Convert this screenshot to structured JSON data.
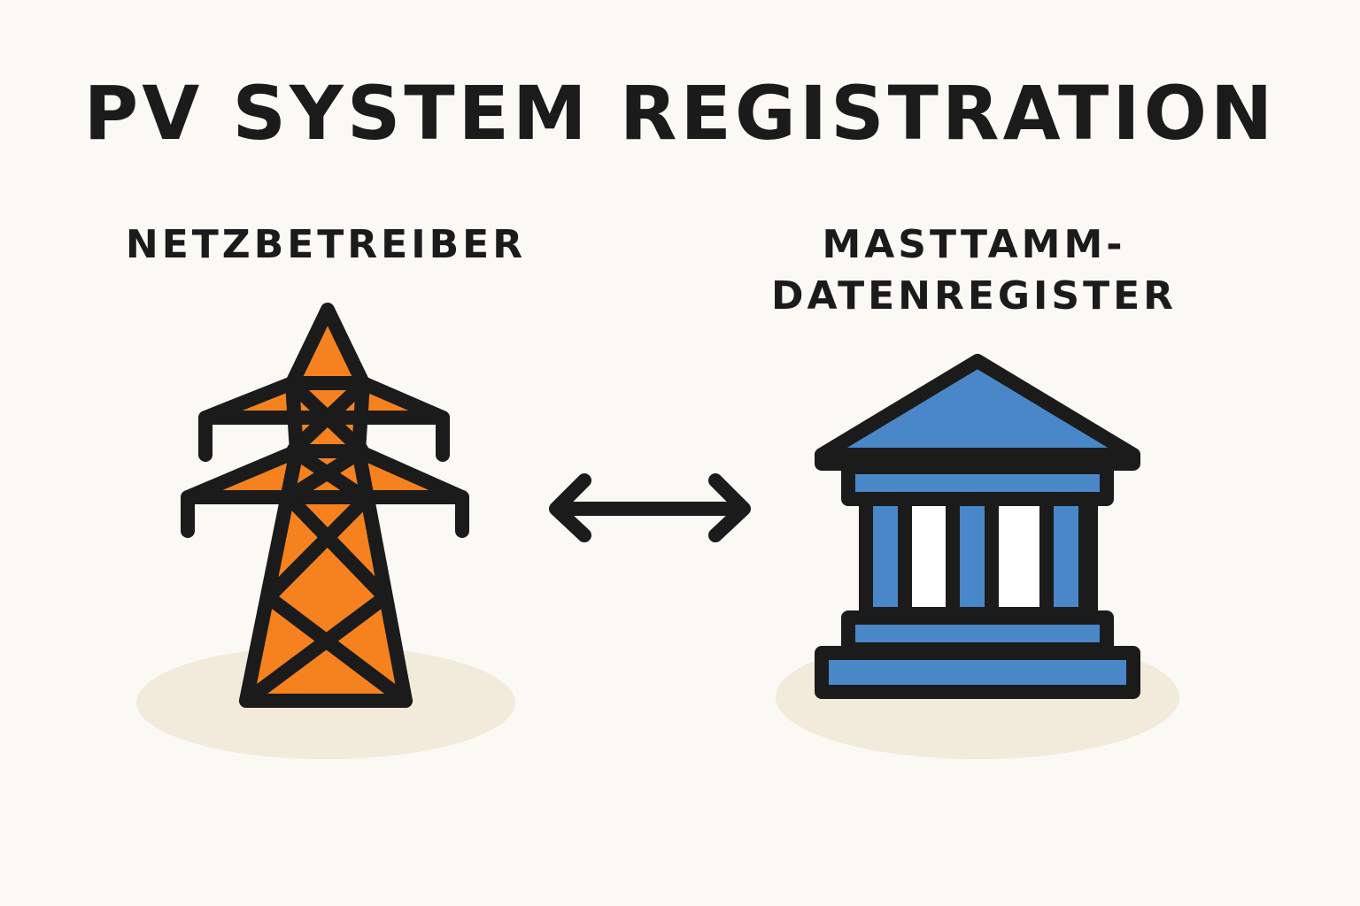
{
  "title": "PV SYSTEM REGISTRATION",
  "left_node": {
    "label": "NETZBETREIBER",
    "icon": "transmission-tower-icon",
    "color": "#f5821f"
  },
  "right_node": {
    "label_line1": "MASTTAMM-",
    "label_line2": "DATENREGISTER",
    "icon": "government-building-icon",
    "color": "#4a87c8"
  },
  "connector": {
    "icon": "bidirectional-arrow-icon"
  },
  "colors": {
    "background": "#fbf9f4",
    "outline": "#1b1b1b",
    "shadow": "#f2eadb"
  }
}
